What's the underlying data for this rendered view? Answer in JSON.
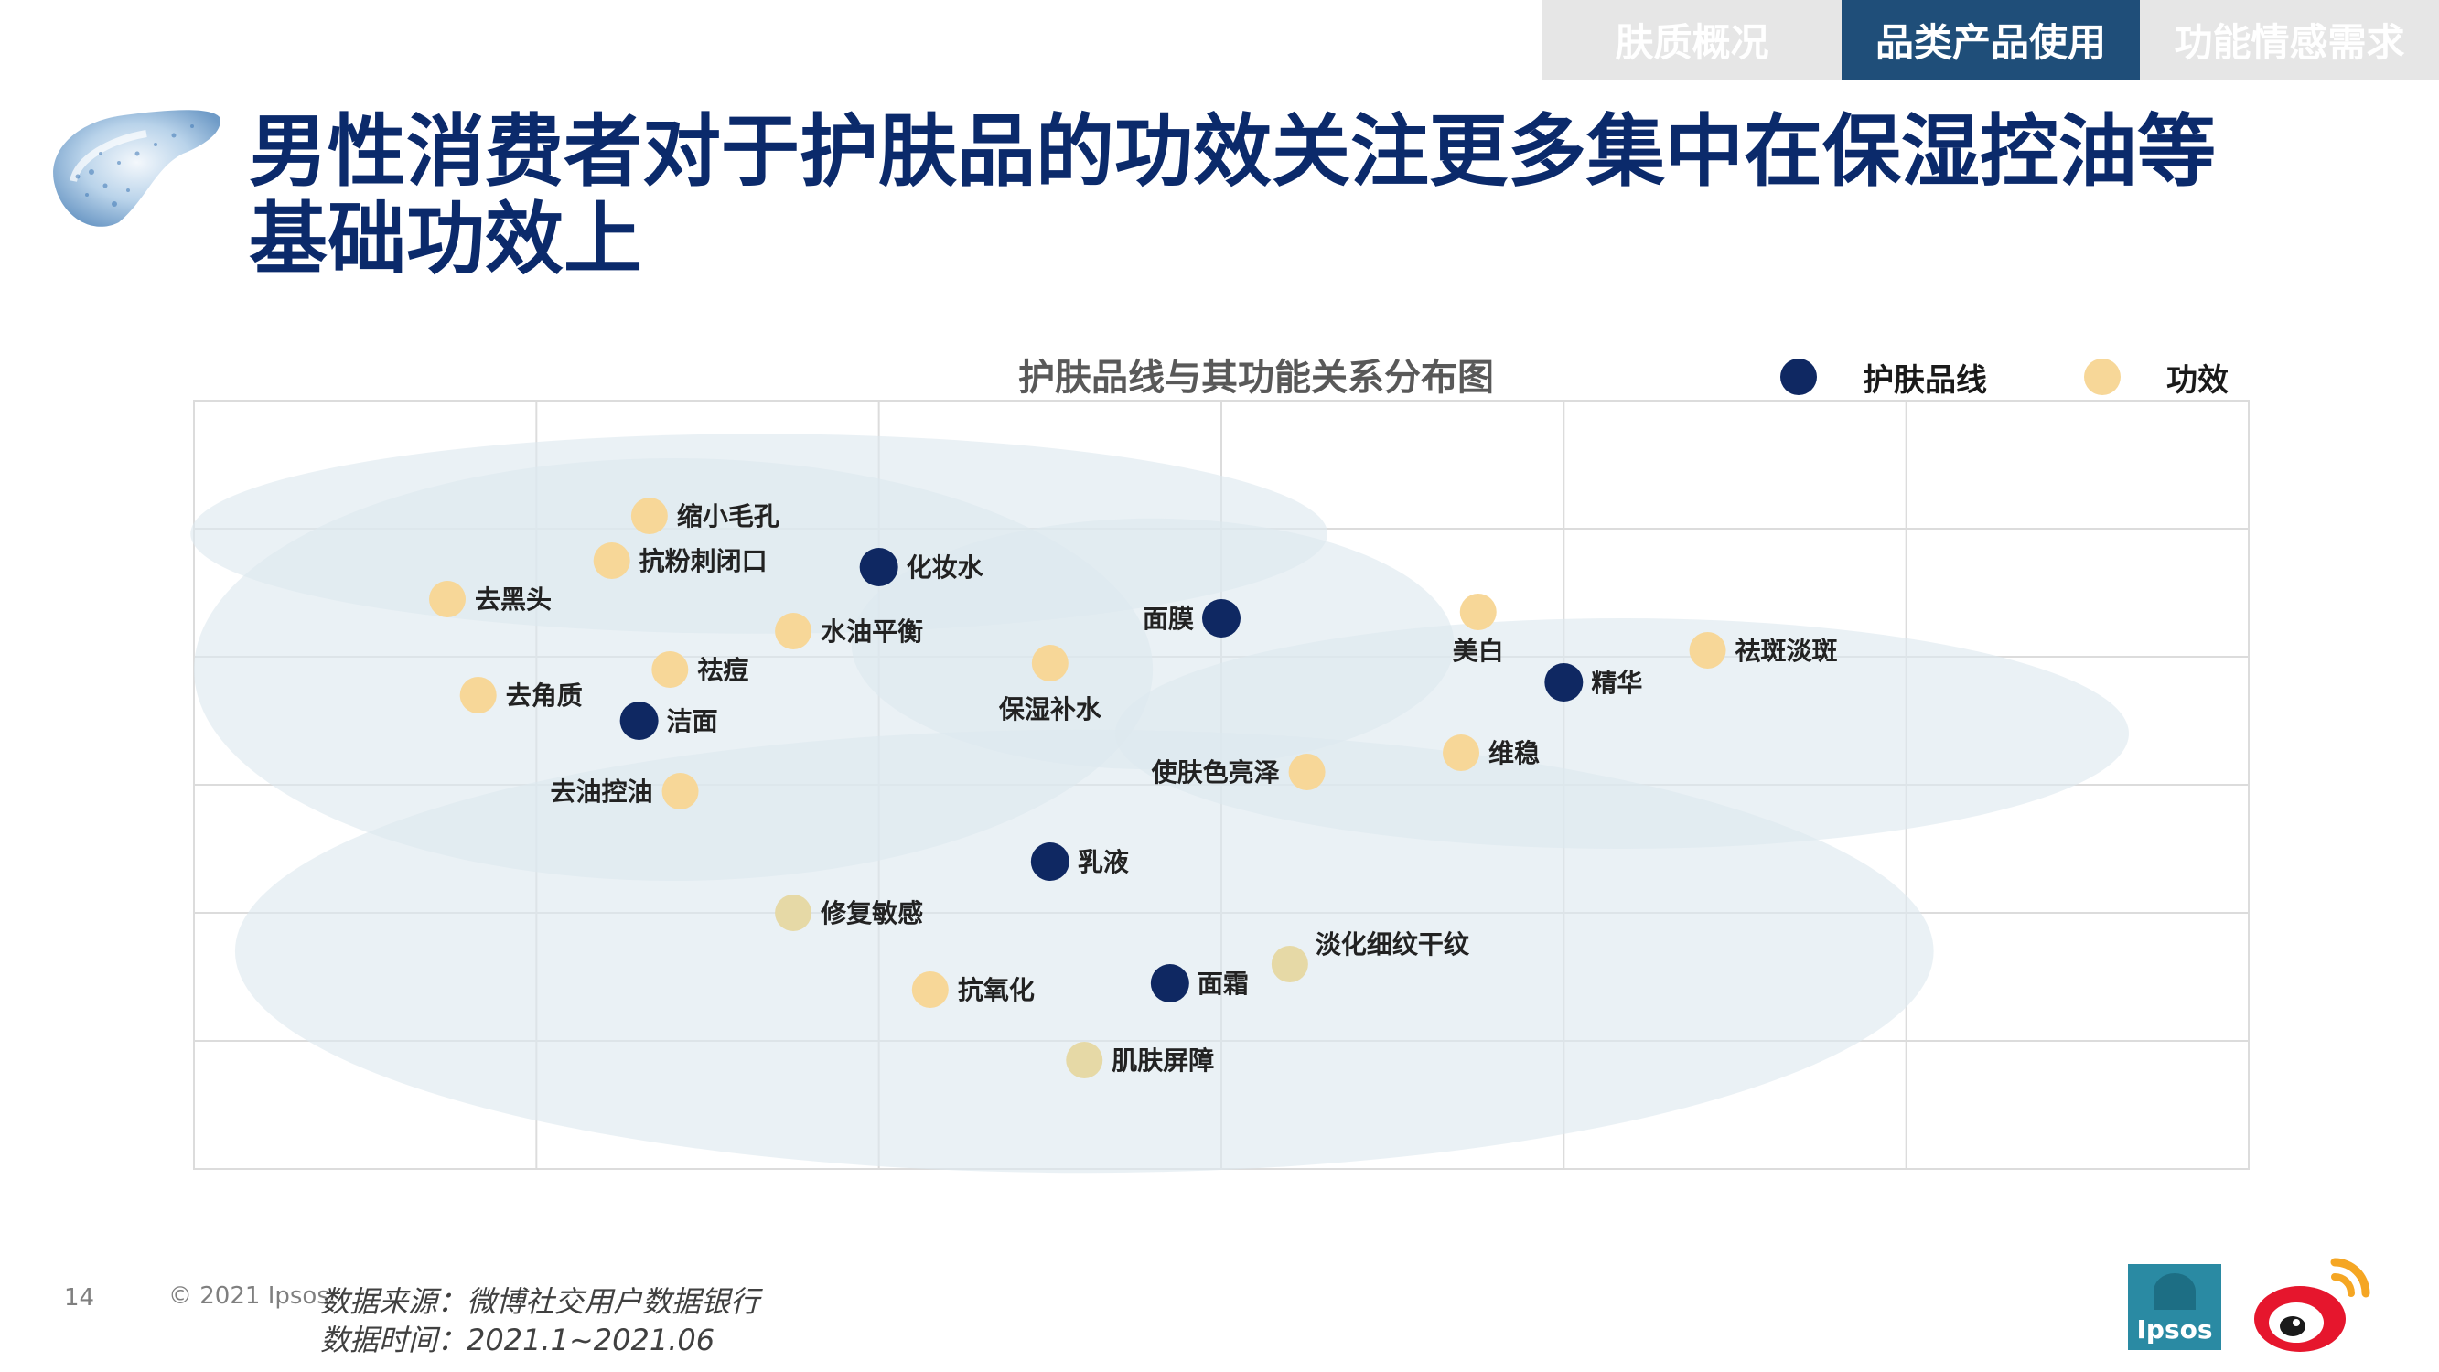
{
  "tabs": [
    {
      "label": "肤质概况"
    },
    {
      "label": "品类产品使用"
    },
    {
      "label": "功能情感需求"
    }
  ],
  "title": "男性消费者对于护肤品的功效关注更多集中在保湿控油等基础功效上",
  "colors": {
    "navy": "#0b2a6b",
    "tab_active": "#1f4e79",
    "product_dot": "#0f2862",
    "effect_dot": "#f7d798",
    "effect_dot_muted": "#e6d9a6",
    "cluster": "#dde9ef",
    "grid": "#dcdcdc"
  },
  "chart_data": {
    "type": "scatter",
    "title": "护肤品线与其功能关系分布图",
    "xlabel": "",
    "ylabel": "",
    "grid": true,
    "legend": "top-right",
    "axes_visible": false,
    "xlim": [
      0,
      6
    ],
    "ylim": [
      0,
      6
    ],
    "legend_entries": [
      {
        "name": "护肤品线",
        "color": "#0f2862"
      },
      {
        "name": "功效",
        "color": "#f7d798"
      }
    ],
    "clusters": [
      {
        "cx": 1.4,
        "cy": 3.9,
        "rx": 1.4,
        "ry": 1.65
      },
      {
        "cx": 1.65,
        "cy": 4.96,
        "rx": 1.66,
        "ry": 0.78
      },
      {
        "cx": 2.8,
        "cy": 4.1,
        "rx": 0.88,
        "ry": 0.98
      },
      {
        "cx": 2.6,
        "cy": 1.7,
        "rx": 2.48,
        "ry": 1.73
      },
      {
        "cx": 4.17,
        "cy": 3.4,
        "rx": 1.48,
        "ry": 0.9
      }
    ],
    "series": [
      {
        "name": "护肤品线",
        "points": [
          {
            "label": "化妆水",
            "x": 2.0,
            "y": 4.7
          },
          {
            "label": "面膜",
            "x": 3.0,
            "y": 4.3
          },
          {
            "label": "洁面",
            "x": 1.3,
            "y": 3.5
          },
          {
            "label": "精华",
            "x": 4.0,
            "y": 3.8
          },
          {
            "label": "乳液",
            "x": 2.5,
            "y": 2.4
          },
          {
            "label": "面霜",
            "x": 2.85,
            "y": 1.45
          }
        ]
      },
      {
        "name": "功效",
        "points": [
          {
            "label": "缩小毛孔",
            "x": 1.33,
            "y": 5.1
          },
          {
            "label": "抗粉刺闭口",
            "x": 1.22,
            "y": 4.75
          },
          {
            "label": "去黑头",
            "x": 0.74,
            "y": 4.45
          },
          {
            "label": "水油平衡",
            "x": 1.75,
            "y": 4.2
          },
          {
            "label": "祛痘",
            "x": 1.39,
            "y": 3.9
          },
          {
            "label": "去角质",
            "x": 0.83,
            "y": 3.7
          },
          {
            "label": "去油控油",
            "x": 1.42,
            "y": 2.95
          },
          {
            "label": "保湿补水",
            "x": 2.5,
            "y": 3.95
          },
          {
            "label": "美白",
            "x": 3.75,
            "y": 4.35
          },
          {
            "label": "祛斑淡斑",
            "x": 4.42,
            "y": 4.05
          },
          {
            "label": "维稳",
            "x": 3.7,
            "y": 3.25
          },
          {
            "label": "使肤色亮泽",
            "x": 3.25,
            "y": 3.1
          },
          {
            "label": "修复敏感",
            "x": 1.75,
            "y": 2.0
          },
          {
            "label": "抗氧化",
            "x": 2.15,
            "y": 1.4
          },
          {
            "label": "淡化细纹干纹",
            "x": 3.2,
            "y": 1.6
          },
          {
            "label": "肌肤屏障",
            "x": 2.6,
            "y": 0.85
          }
        ]
      }
    ]
  },
  "footer": {
    "page_number": "14",
    "copyright": "© 2021 Ipsos.",
    "source": "数据来源：微博社交用户数据银行",
    "period": "数据时间：2021.1~2021.06"
  },
  "logos": {
    "ipsos": "Ipsos",
    "weibo": "weibo-logo-icon"
  }
}
